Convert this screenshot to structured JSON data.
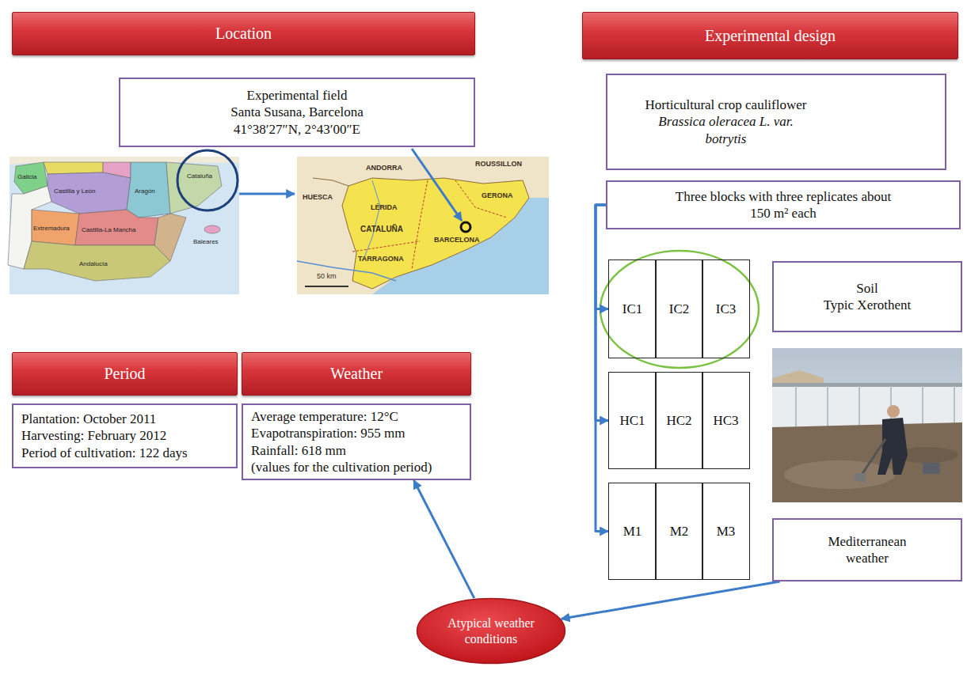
{
  "diagram": {
    "nodes": [
      {
        "text": [
          "Location"
        ]
      },
      {
        "text": [
          "Experimental field",
          "Santa Susana, Barcelona",
          "41°38′27″N, 2°43′00″E"
        ]
      },
      {
        "text": [
          "Period"
        ]
      },
      {
        "text": [
          "Weather"
        ]
      },
      {
        "text": [
          "Plantation: October 2011",
          "Harvesting: February 2012",
          "Period of cultivation: 122 days"
        ]
      },
      {
        "text": [
          "Average temperature: 12°C",
          "Evapotranspiration: 955 mm",
          "Rainfall: 618 mm",
          "(values for the cultivation period)"
        ]
      },
      {
        "text": [
          "Experimental design"
        ]
      },
      {
        "text": [
          "Horticultural crop cauliflower",
          "Brassica oleracea L. var. botrytis"
        ]
      },
      {
        "text": [
          "Three blocks with three replicates about 150 m² each"
        ]
      },
      {
        "text": [
          "IC1"
        ]
      },
      {
        "text": [
          "IC2"
        ]
      },
      {
        "text": [
          "IC3"
        ]
      },
      {
        "text": [
          "Soil",
          "Typic Xerothent"
        ]
      },
      {
        "text": [
          "HC1"
        ]
      },
      {
        "text": [
          "HC2"
        ]
      },
      {
        "text": [
          "HC3"
        ]
      },
      {
        "text": [
          "M1"
        ]
      },
      {
        "text": [
          "M2"
        ]
      },
      {
        "text": [
          "M3"
        ]
      },
      {
        "text": [
          "Mediterranean weather"
        ]
      },
      {
        "text": [
          "Atypical weather conditions"
        ]
      }
    ],
    "edges": [
      {
        "from": 8,
        "to": 9,
        "arrow": "to"
      },
      {
        "from": 8,
        "to": 13,
        "arrow": "to"
      },
      {
        "from": 8,
        "to": 16,
        "arrow": "to"
      },
      {
        "from": 19,
        "to": 20,
        "arrow": "to"
      },
      {
        "from": 20,
        "to": 5,
        "arrow": "to"
      }
    ],
    "labels": [
      "Galicia",
      "Castilla y León",
      "Aragón",
      "Cataluña",
      "Extremadura",
      "Castilla-La Mancha",
      "Andalucía",
      "Baleares",
      "ROUSSILLON",
      "ANDORRA",
      "HUESCA",
      "LÉRIDA",
      "CATALUÑA",
      "GERONA",
      "BARCELONA",
      "TARRAGONA",
      "50 km"
    ]
  }
}
